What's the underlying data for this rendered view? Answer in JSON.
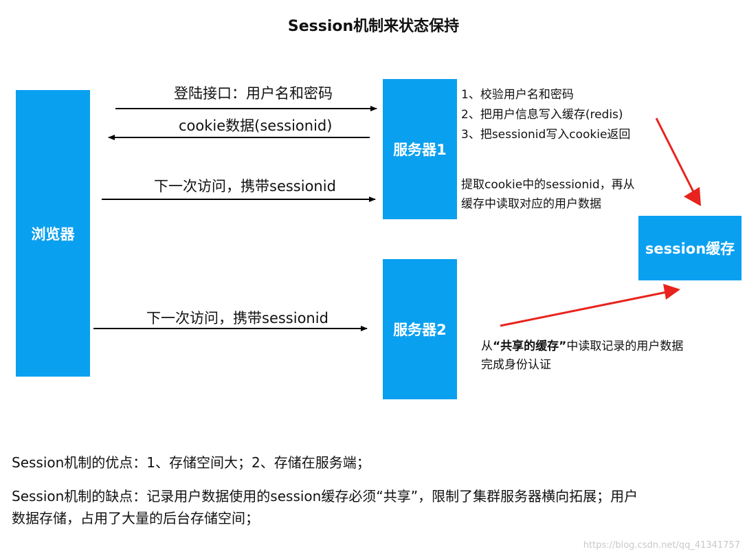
{
  "title": "Session机制来状态保持",
  "nodes": {
    "browser": "浏览器",
    "server1": "服务器1",
    "server2": "服务器2",
    "cache": "session缓存"
  },
  "edges": {
    "login": "登陆接口：用户名和密码",
    "cookie_return": "cookie数据(sessionid)",
    "next_visit_1": "下一次访问，携带sessionid",
    "next_visit_2": "下一次访问，携带sessionid"
  },
  "server1_steps": [
    "1、校验用户名和密码",
    "2、把用户信息写入缓存(redis)",
    "3、把sessionid写入cookie返回"
  ],
  "server1_read": [
    "提取cookie中的sessionid，再从",
    "缓存中读取对应的用户数据"
  ],
  "server2_read": {
    "prefix": "从",
    "emph": "“共享的缓存”",
    "suffix": "中读取记录的用户数据",
    "line2": "完成身份认证"
  },
  "pros": "Session机制的优点：1、存储空间大；2、存储在服务端；",
  "cons_line1": "Session机制的缺点：记录用户数据使用的session缓存必须“共享”，限制了集群服务器横向拓展；用户",
  "cons_line2": "数据存储，占用了大量的后台存储空间；",
  "watermark": "https://blog.csdn.net/qq_41341757",
  "colors": {
    "box_fill": "#0aa0f0",
    "red_arrow": "#e8231d"
  }
}
